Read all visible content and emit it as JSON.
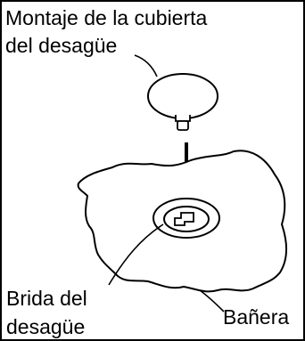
{
  "labels": {
    "cover_assembly_line1": "Montaje de la cubierta",
    "cover_assembly_line2": "del desagüe",
    "drain_flange_line1": "Brida del",
    "drain_flange_line2": "desagüe",
    "bathtub": "Bañera"
  }
}
